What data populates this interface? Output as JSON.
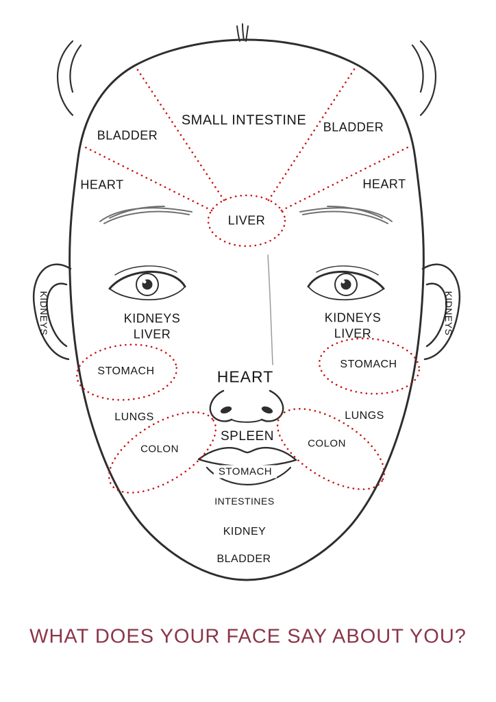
{
  "title": "WHAT DOES YOUR FACE SAY ABOUT YOU?",
  "colors": {
    "background": "#ffffff",
    "face_outline": "#2e2e2e",
    "region_dotted": "#cc0f0f",
    "label_text": "#161616",
    "title_text": "#8a3548"
  },
  "regions": {
    "forehead_top": "SMALL INTESTINE",
    "forehead_left": "BLADDER",
    "forehead_right": "BLADDER",
    "temple_left": "HEART",
    "temple_right": "HEART",
    "between_brows": "LIVER",
    "ear_left": "KIDNEYS",
    "ear_right": "KIDNEYS",
    "under_eye_left_line1": "KIDNEYS",
    "under_eye_left_line2": "LIVER",
    "under_eye_right_line1": "KIDNEYS",
    "under_eye_right_line2": "LIVER",
    "upper_cheek_left": "STOMACH",
    "upper_cheek_right": "STOMACH",
    "nose": "HEART",
    "cheek_left": "LUNGS",
    "cheek_right": "LUNGS",
    "lower_cheek_left": "COLON",
    "lower_cheek_right": "COLON",
    "upper_lip": "SPLEEN",
    "mouth": "STOMACH",
    "below_mouth": "INTESTINES",
    "chin": "KIDNEY",
    "lower_chin": "BLADDER"
  }
}
